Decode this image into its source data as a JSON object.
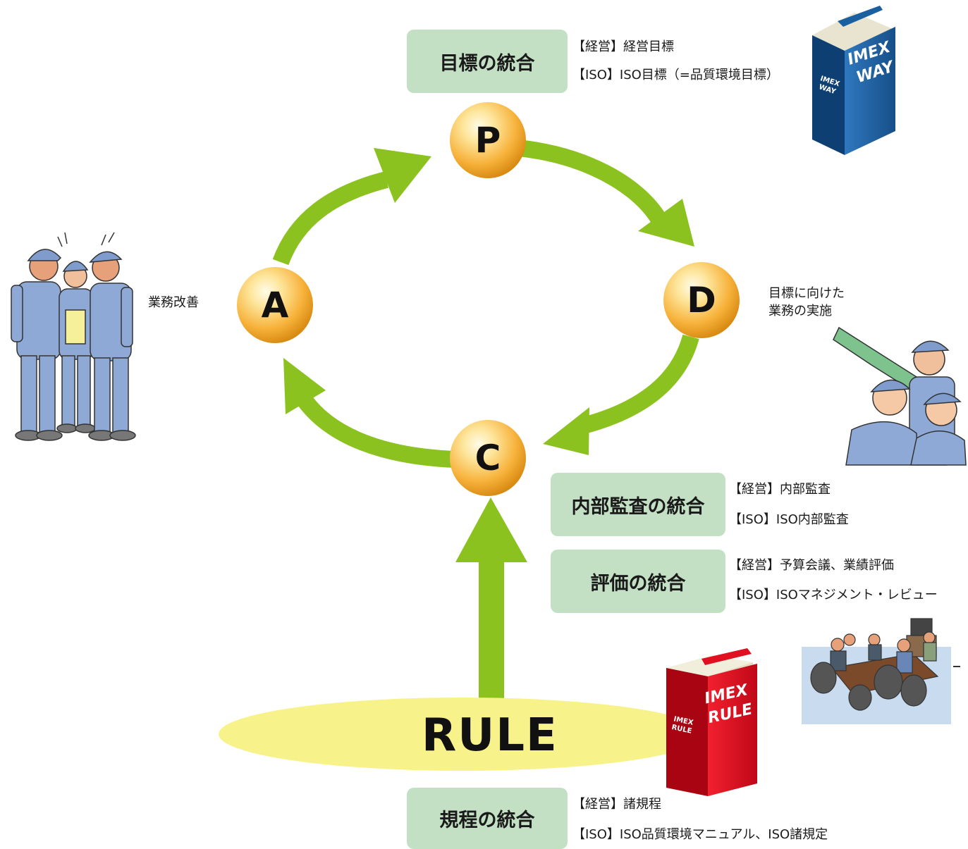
{
  "pdca": {
    "p": "P",
    "d": "D",
    "c": "C",
    "a": "A"
  },
  "boxes": {
    "goal": "目標の統合",
    "audit": "内部監査の統合",
    "evaluation": "評価の統合",
    "rules": "規程の統合"
  },
  "notes": {
    "goal_mgmt": "【経営】経営目標",
    "goal_iso": "【ISO】ISO目標（=品質環境目標）",
    "audit_mgmt": "【経営】内部監査",
    "audit_iso": "【ISO】ISO内部監査",
    "eval_mgmt": "【経営】予算会議、業績評価",
    "eval_iso": "【ISO】ISOマネジメント・レビュー",
    "rules_mgmt": "【経営】諸規程",
    "rules_iso": "【ISO】ISO品質環境マニュアル、ISO諸規定"
  },
  "side_labels": {
    "improvement": "業務改善",
    "implementation_line1": "目標に向けた",
    "implementation_line2": "業務の実施"
  },
  "rule_label": "RULE",
  "books": {
    "way": {
      "line1": "IMEX",
      "line2": "WAY",
      "spine1": "IMEX",
      "spine2": "WAY"
    },
    "rule": {
      "line1": "IMEX",
      "line2": "RULE",
      "spine1": "IMEX",
      "spine2": "RULE"
    }
  },
  "colors": {
    "arrow": "#8cc21f",
    "box": "#c3e0c4",
    "ellipse": "#f8f28a",
    "book_blue": "#1a5fa0",
    "book_red": "#e01020",
    "worker_uniform": "#8ea9d6"
  }
}
